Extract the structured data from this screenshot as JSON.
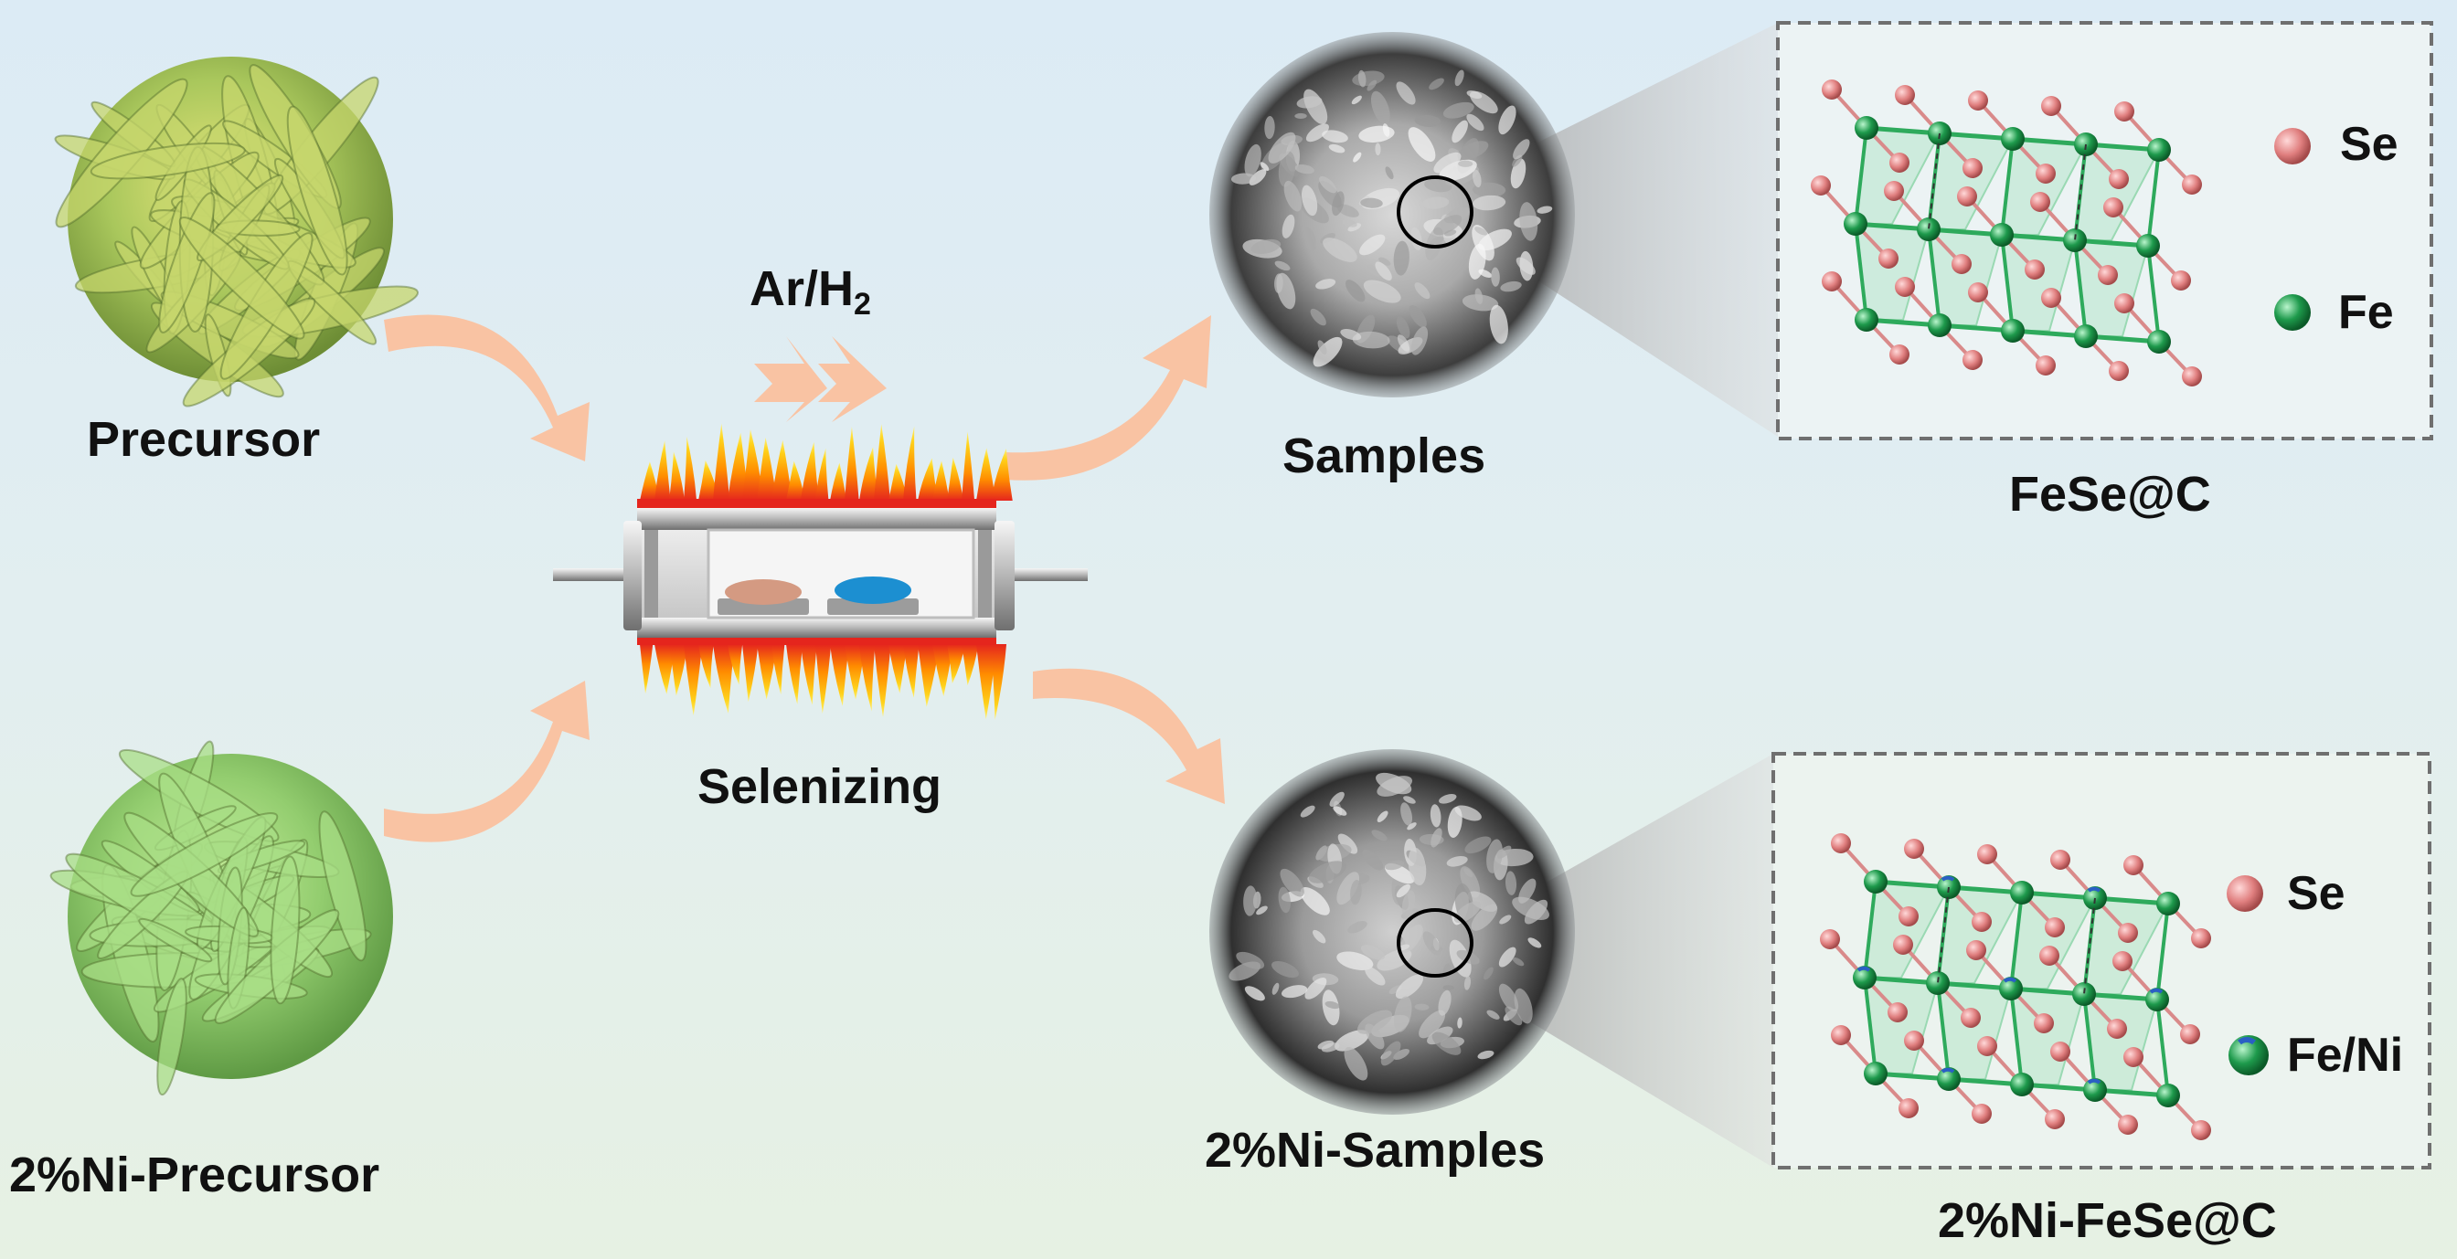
{
  "precursors": {
    "top": {
      "label": "Precursor"
    },
    "bottom": {
      "label": "2%Ni-Precursor"
    }
  },
  "furnace": {
    "label": "Selenizing",
    "gas_main": "Ar/H",
    "gas_sub": "2"
  },
  "samples": {
    "top": {
      "label": "Samples"
    },
    "bottom": {
      "label": "2%Ni-Samples"
    }
  },
  "structures": {
    "top": {
      "label": "FeSe@C",
      "legend": [
        "Se",
        "Fe"
      ]
    },
    "bottom": {
      "label": "2%Ni-FeSe@C",
      "legend": [
        "Se",
        "Fe/Ni"
      ]
    }
  },
  "colors": {
    "arrow": "#f9c3a3",
    "se_atom": "#e07f7f",
    "fe_atom": "#1e9a4c",
    "ni_accent": "#2a5fc4",
    "precursor_top": "#a7c85a",
    "precursor_bottom": "#9ad277",
    "flame": "#ff9a00"
  }
}
